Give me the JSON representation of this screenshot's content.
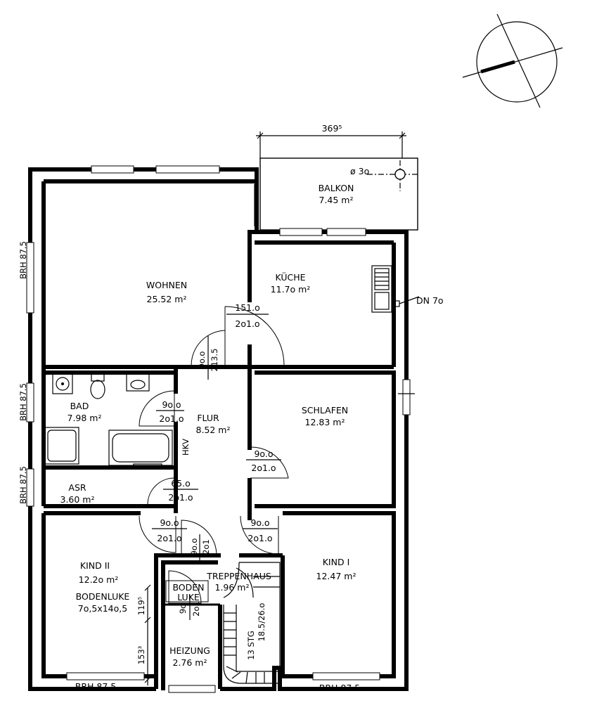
{
  "dimensions": {
    "balcony_width": "369⁵"
  },
  "drain_label": "ø 3o",
  "downpipe_label": "DN 7o",
  "heating_label": "HKV",
  "rooms": {
    "balkon": {
      "name": "BALKON",
      "area": "7.45 m²"
    },
    "wohnen": {
      "name": "WOHNEN",
      "area": "25.52 m²"
    },
    "kueche": {
      "name": "KÜCHE",
      "area": "11.7o m²"
    },
    "bad": {
      "name": "BAD",
      "area": "7.98 m²"
    },
    "flur": {
      "name": "FLUR",
      "area": "8.52 m²"
    },
    "schlafen": {
      "name": "SCHLAFEN",
      "area": "12.83 m²"
    },
    "asr": {
      "name": "ASR",
      "area": "3.60 m²"
    },
    "kind2": {
      "name": "KIND II",
      "area": "12.2o m²"
    },
    "kind1": {
      "name": "KIND I",
      "area": "12.47 m²"
    },
    "treppenhaus": {
      "name": "TREPPENHAUS",
      "area": "1.96 m²"
    },
    "heizung": {
      "name": "HEIZUNG",
      "area": "2.76 m²"
    }
  },
  "bodenluke_right": {
    "line1": "BODEN",
    "line2": "LUKE"
  },
  "bodenluke_left": {
    "line1": "BODENLUKE",
    "line2": "7o,5x14o,5"
  },
  "stairs": {
    "steps": "13 STG",
    "rise": "18.5/26.o"
  },
  "doors": {
    "wohnen": {
      "w": "151.o",
      "h": "2o1.o"
    },
    "flur_v": {
      "w": "9o.o",
      "h": "213.5"
    },
    "bad": {
      "w": "9o.o",
      "h": "2o1.o"
    },
    "schlafen": {
      "w": "9o.o",
      "h": "2o1.o"
    },
    "asr": {
      "w": "65.o",
      "h": "2o1.o"
    },
    "kind2": {
      "w": "9o.o",
      "h": "2o1.o"
    },
    "kind1": {
      "w": "9o.o",
      "h": "2o1.o"
    },
    "entry": {
      "w": "9o.o",
      "h": "2o1"
    },
    "heizung": {
      "w": "9o",
      "h": "2o1"
    }
  },
  "sill_heights": {
    "wohnen_west": "BRH 87.5",
    "bad_west": "BRH 87.5",
    "asr_west": "BRH 87.5",
    "kind2_south": "BRH 87.5",
    "kind1_south": "BRH 87.5"
  },
  "side_dims": {
    "upper": "119⁵",
    "lower": "153³"
  }
}
